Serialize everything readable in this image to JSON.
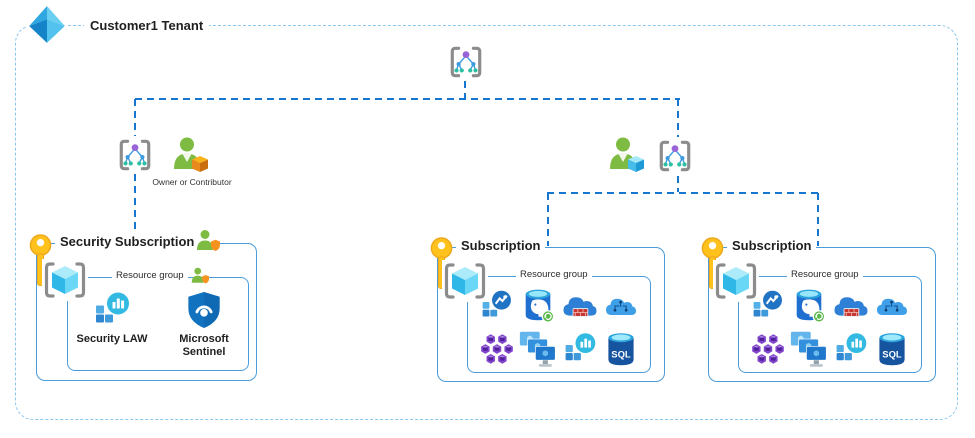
{
  "tenant": {
    "label": "Customer1 Tenant"
  },
  "hierarchy": {
    "owner_caption": "Owner or Contributor"
  },
  "security_box": {
    "title": "Security Subscription",
    "rg_label": "Resource group",
    "resources": [
      {
        "label": "Security LAW"
      },
      {
        "label": "Microsoft Sentinel"
      }
    ]
  },
  "sub1": {
    "title": "Subscription",
    "rg_label": "Resource group",
    "sql_label": "SQL"
  },
  "sub2": {
    "title": "Subscription",
    "rg_label": "Resource group",
    "sql_label": "SQL"
  },
  "icons": {
    "azure-tenant-icon": "blue 3d diamond",
    "management-group-icon": "org tree in gray brackets",
    "user-owner-icon": "green person with orange cube",
    "user-contributor-icon": "green person with cyan cube",
    "user-role-badge-icon": "green person with orange shield",
    "key-icon": "yellow key",
    "resource-group-icon": "cyan cube in gray brackets",
    "log-analytics-icon": "blue tiles with teal bar-chart circle",
    "microsoft-sentinel-icon": "blue shield with white eye",
    "azure-monitor-icon": "blue tiles with line-chart circle",
    "postgresql-icon": "blue database cylinder with elephant and sync badge",
    "firewall-cloud-icon": "blue cloud with red brick wall",
    "ai-services-icon": "blue cloud with circuit pattern",
    "database-cluster-icon": "purple hexagons with databases",
    "vm-scale-set-icon": "three stacked blue monitors",
    "sql-database-icon": "dark blue cylinder labeled SQL"
  },
  "colors": {
    "connector": "#1777D0",
    "outer_border": "#8AC6EC",
    "box_border": "#4C9CD9",
    "key_yellow": "#FFC21C",
    "person_green": "#7DBB42",
    "owner_cube_orange": "#E8891C",
    "contributor_cube_cyan": "#45BCEA",
    "hexagon_purple": "#8146CC",
    "sentinel_blue": "#1173C0",
    "sql_blue": "#17549F",
    "teal": "#33BAE3",
    "text_dark": "#1F1F1F"
  }
}
